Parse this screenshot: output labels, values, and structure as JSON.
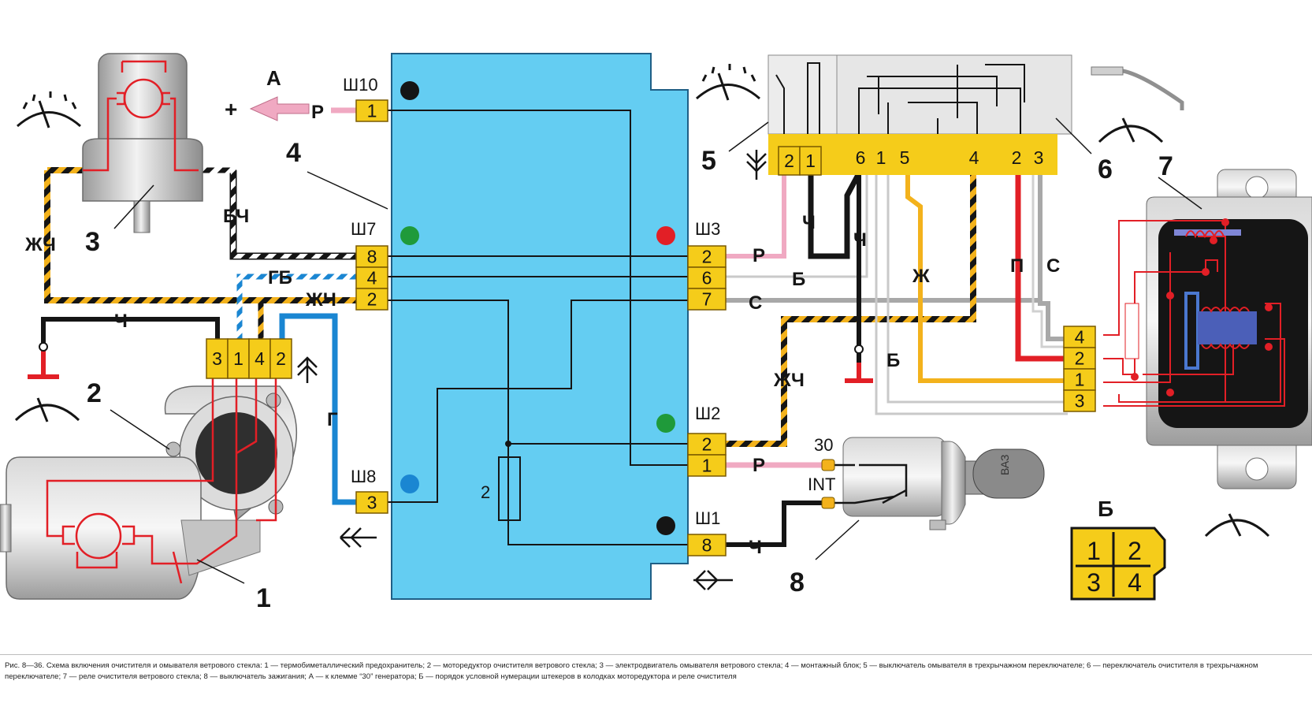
{
  "colors": {
    "block": "#64cdf2",
    "pin": "#f5cc1a",
    "red": "#e21f26",
    "pink": "#f0a9c2",
    "black": "#151515",
    "blue": "#1a86d2",
    "yellow": "#f3b21c",
    "gray": "#a8a8a8",
    "ground": "#e21f26"
  },
  "icons": [
    "wiper-icon",
    "washer-spray-icon",
    "ground-icon",
    "connector-arrow-icon"
  ],
  "labels": {
    "ref_a": "А",
    "plus": "+",
    "comp1": "1",
    "comp2": "2",
    "comp3": "3",
    "comp4": "4",
    "comp5": "5",
    "comp6": "6",
    "comp7": "7",
    "comp8": "8",
    "fuse": "2",
    "ign30": "30",
    "ignint": "INT",
    "key_brand": "ВАЗ",
    "view_b": "Б"
  },
  "connectors": {
    "sh10": {
      "name": "Ш10",
      "pins": [
        "1"
      ]
    },
    "sh7": {
      "name": "Ш7",
      "pins": [
        "8",
        "4",
        "2"
      ]
    },
    "sh8": {
      "name": "Ш8",
      "pins": [
        "3"
      ]
    },
    "sh3": {
      "name": "Ш3",
      "pins": [
        "2",
        "6",
        "7"
      ]
    },
    "sh2": {
      "name": "Ш2",
      "pins": [
        "2",
        "1"
      ]
    },
    "sh1": {
      "name": "Ш1",
      "pins": [
        "8"
      ]
    },
    "motor": {
      "pins": [
        "3",
        "1",
        "4",
        "2"
      ]
    },
    "switch5": {
      "pins": [
        "2",
        "1"
      ]
    },
    "switch6": {
      "pins": [
        "6",
        "1",
        "5",
        "4",
        "2",
        "3"
      ]
    },
    "relay": {
      "pins": [
        "4",
        "2",
        "1",
        "3"
      ]
    },
    "view_b_pins": [
      "1",
      "2",
      "3",
      "4"
    ]
  },
  "wires": {
    "a_r": "Р",
    "bch": "БЧ",
    "zhch_left": "ЖЧ",
    "ch_left": "Ч",
    "gb": "ГБ",
    "zhch_mid": "ЖЧ",
    "g": "Г",
    "r_sh3": "Р",
    "b_sh3": "Б",
    "s_sh3": "С",
    "r_sh2": "Р",
    "ch_sh1": "Ч",
    "ch_sw1": "Ч",
    "ch_sw2": "Ч",
    "zh": "Ж",
    "p": "П",
    "s_right": "С",
    "b_right": "Б",
    "zhch_right": "ЖЧ"
  },
  "caption": "Рис. 8—36. Схема включения очистителя и омывателя ветрового стекла: 1 — термобиметаллический предохранитель; 2 — моторедуктор очистителя ветрового стекла; 3 — электродвигатель омывателя ветрового стекла; 4 — монтажный блок; 5 — выключатель омывателя в трехрычажном переключателе; 6 — переключатель очистителя в трехрычажном переключателе; 7 — реле очистителя ветрового стекла; 8 — выключатель зажигания; А — к клемме “30” генератора; Б — порядок условной нумерации штекеров в колодках моторедуктора и реле очистителя"
}
